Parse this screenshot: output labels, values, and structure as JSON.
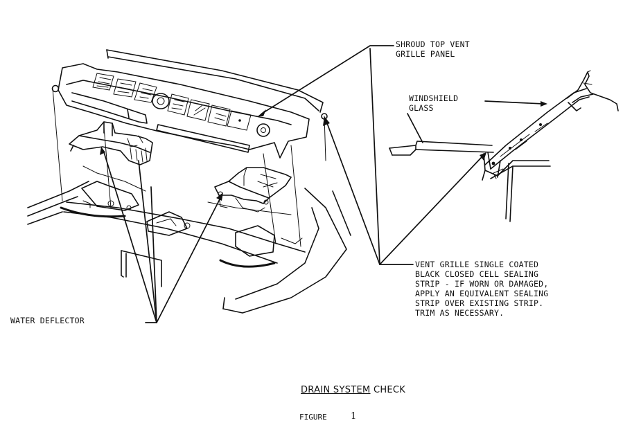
{
  "labels": {
    "shroud_top_vent": "SHROUD TOP VENT\nGRILLE PANEL",
    "windshield_glass": "WINDSHIELD\nGLASS",
    "sealing_strip_note": "VENT GRILLE SINGLE COATED\nBLACK CLOSED CELL SEALING\nSTRIP - IF WORN OR DAMAGED,\nAPPLY AN EQUIVALENT SEALING\nSTRIP OVER EXISTING STRIP.\nTRIM AS NECESSARY.",
    "water_deflector": "WATER DEFLECTOR"
  },
  "caption": {
    "title": "DRAIN SYSTEM",
    "title_suffix": "CHECK",
    "figure_label": "FIGURE",
    "figure_number": "1"
  }
}
